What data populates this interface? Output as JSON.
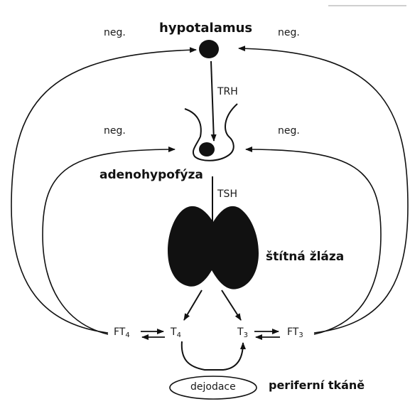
{
  "labels": {
    "hypothalamus": "hypotalamus",
    "adenohypophysis": "adenohypofýza",
    "thyroid": "štítná žláza",
    "peripheral": "periferní tkáně",
    "deiodination": "dejodace",
    "trh": "TRH",
    "tsh": "TSH",
    "neg_top_left": "neg.",
    "neg_top_right": "neg.",
    "neg_mid_left": "neg.",
    "neg_mid_right": "neg.",
    "ft4_base": "FT",
    "ft4_sub": "4",
    "t4_base": "T",
    "t4_sub": "4",
    "t3_base": "T",
    "t3_sub": "3",
    "ft3_base": "FT",
    "ft3_sub": "3"
  },
  "colors": {
    "ink": "#111111",
    "background": "#ffffff"
  }
}
